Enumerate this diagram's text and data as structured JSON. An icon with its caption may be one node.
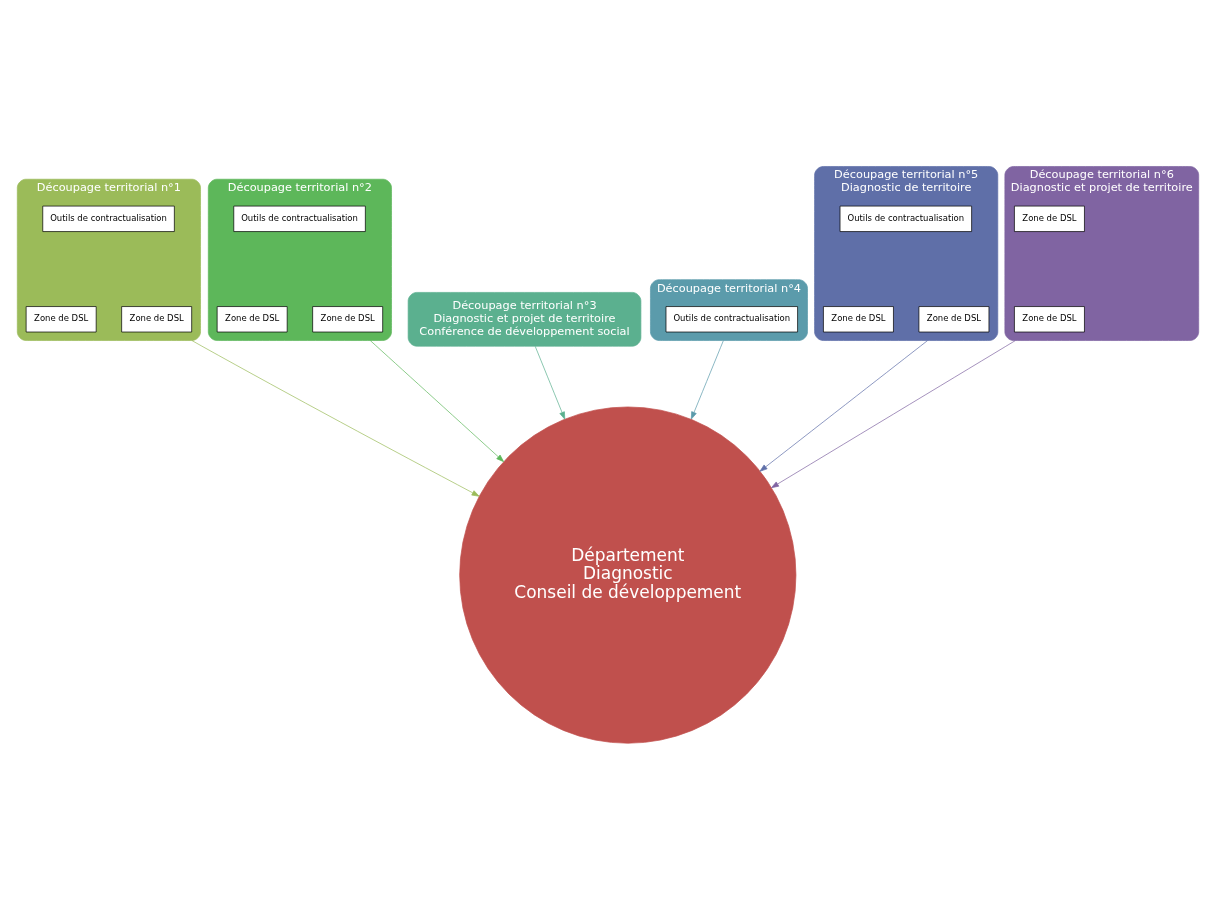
{
  "diagram": {
    "nodes": [
      {
        "text": [
          "Découpage territorial n°1"
        ]
      },
      {
        "text": [
          "Outils de contractualisation"
        ],
        "in": 0
      },
      {
        "text": [
          "Zone de DSL"
        ],
        "in": 0
      },
      {
        "text": [
          "Zone de DSL"
        ],
        "in": 0
      },
      {
        "text": [
          "Découpage territorial n°2"
        ]
      },
      {
        "text": [
          "Outils de contractualisation"
        ],
        "in": 4
      },
      {
        "text": [
          "Zone de DSL"
        ],
        "in": 4
      },
      {
        "text": [
          "Zone de DSL"
        ],
        "in": 4
      },
      {
        "text": [
          "Découpage territorial n°3",
          "Diagnostic et projet de territoire",
          "Conférence de développement social"
        ]
      },
      {
        "text": [
          "Découpage territorial n°4"
        ]
      },
      {
        "text": [
          "Outils de contractualisation"
        ],
        "in": 9
      },
      {
        "text": [
          "Découpage territorial n°5",
          "Diagnostic de territoire"
        ]
      },
      {
        "text": [
          "Outils de contractualisation"
        ],
        "in": 11
      },
      {
        "text": [
          "Zone de DSL"
        ],
        "in": 11
      },
      {
        "text": [
          "Zone de DSL"
        ],
        "in": 11
      },
      {
        "text": [
          "Découpage territorial n°6",
          "Diagnostic et projet de territoire"
        ]
      },
      {
        "text": [
          "Zone de DSL"
        ],
        "in": 15
      },
      {
        "text": [
          "Zone de DSL"
        ],
        "in": 15
      },
      {
        "text": [
          "Département",
          "Diagnostic",
          "Conseil de développement"
        ]
      }
    ],
    "edges": [
      {
        "from": 0,
        "to": 18,
        "arrow": "to",
        "color": "#9bbb59"
      },
      {
        "from": 4,
        "to": 18,
        "arrow": "to",
        "color": "#5db75a"
      },
      {
        "from": 8,
        "to": 18,
        "arrow": "to",
        "color": "#5bb08f"
      },
      {
        "from": 9,
        "to": 18,
        "arrow": "to",
        "color": "#5b9bab"
      },
      {
        "from": 11,
        "to": 18,
        "arrow": "to",
        "color": "#5f6fa8"
      },
      {
        "from": 15,
        "to": 18,
        "arrow": "to",
        "color": "#8064a2"
      }
    ]
  }
}
